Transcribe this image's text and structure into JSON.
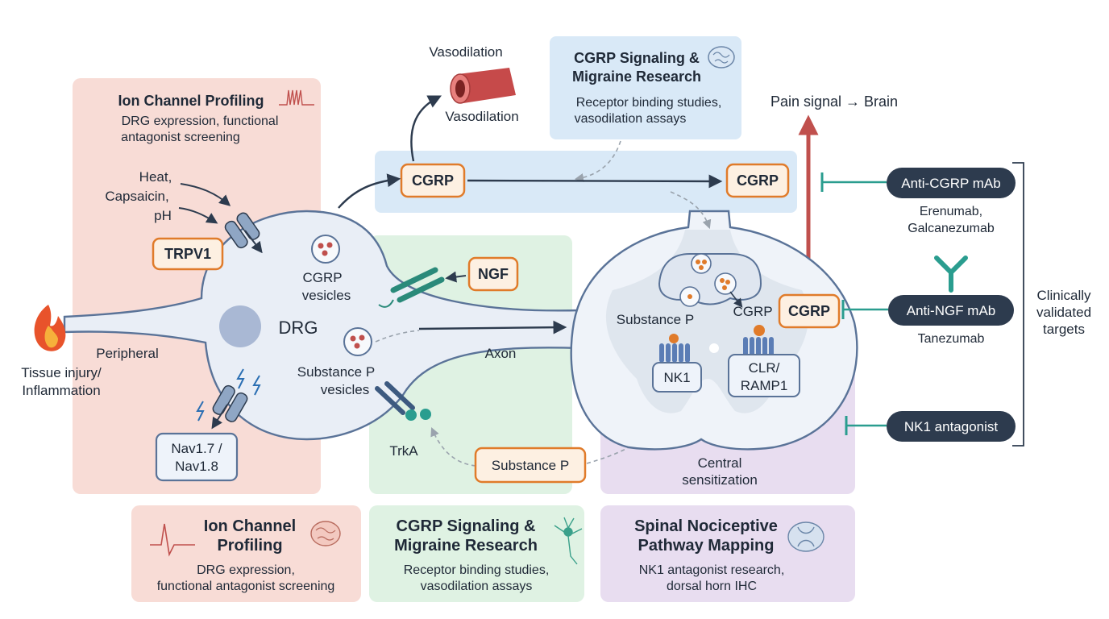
{
  "colors": {
    "red_panel": "#f8dcd6",
    "green_panel": "#dff2e3",
    "blue_panel": "#d9e9f7",
    "purple_panel": "#e8ddf0",
    "orange_box": "#e07b2a",
    "orange_fill": "#fdf0e2",
    "neuron_fill": "#e9eef6",
    "neuron_stroke": "#5a7398",
    "pill_dark": "#2d3b4e",
    "teal": "#2a9d8f",
    "red_arrow": "#c0504d"
  },
  "icons": [
    "fire-icon",
    "action-potential-icon",
    "brain-icon",
    "neuron-icon",
    "spinal-cord-icon",
    "antibody-icon",
    "ion-channel-icon",
    "receptor-icon",
    "vesicle-icon",
    "blood-vessel-icon"
  ],
  "labels": {
    "ion_panel_title": "Ion Channel Profiling",
    "ion_panel_desc_1": "DRG expression, functional",
    "ion_panel_desc_2": "antagonist screening",
    "cgrp_panel_title_1": "CGRP Signaling &",
    "cgrp_panel_title_2": "Migraine Research",
    "cgrp_panel_desc_1": "Receptor binding studies,",
    "cgrp_panel_desc_2": "vasodilation assays",
    "vasodilation_top": "Vasodilation",
    "vasodilation_mid": "Vasodilation",
    "pain_signal": "Pain signal → Brain",
    "heat": "Heat,",
    "capsaicin": "Capsaicin,",
    "ph": "pH",
    "trpv1": "TRPV1",
    "cgrp_vesicles_1": "CGRP",
    "cgrp_vesicles_2": "vesicles",
    "drg": "DRG",
    "peripheral": "Peripheral",
    "tissue_injury_1": "Tissue injury/",
    "tissue_injury_2": "Inflammation",
    "substance_p_vesicles_1": "Substance P",
    "substance_p_vesicles_2": "vesicles",
    "nav_1": "Nav1.7 /",
    "nav_2": "Nav1.8",
    "trka": "TrkA",
    "ngf": "NGF",
    "axon": "Axon",
    "cgrp_box_left": "CGRP",
    "cgrp_box_right": "CGRP",
    "substance_p_box": "Substance P",
    "substance_p_dorsal": "Substance P",
    "cgrp_dorsal": "CGRP",
    "cgrp_box_spinal": "CGRP",
    "nk1": "NK1",
    "clr_1": "CLR/",
    "clr_2": "RAMP1",
    "central_1": "Central",
    "central_2": "sensitization",
    "anti_cgrp": "Anti-CGRP mAb",
    "erenumab": "Erenumab,",
    "galcanezumab": "Galcanezumab",
    "anti_ngf": "Anti-NGF mAb",
    "tanezumab": "Tanezumab",
    "nk1_antagonist": "NK1 antagonist",
    "clinically_1": "Clinically",
    "clinically_2": "validated",
    "clinically_3": "targets"
  },
  "cards": {
    "ion_title_1": "Ion Channel",
    "ion_title_2": "Profiling",
    "ion_desc_1": "DRG expression,",
    "ion_desc_2": "functional antagonist screening",
    "cgrp_title_1": "CGRP Signaling &",
    "cgrp_title_2": "Migraine Research",
    "cgrp_desc_1": "Receptor binding studies,",
    "cgrp_desc_2": "vasodilation assays",
    "spinal_title_1": "Spinal Nociceptive",
    "spinal_title_2": "Pathway Mapping",
    "spinal_desc_1": "NK1 antagonist research,",
    "spinal_desc_2": "dorsal horn IHC"
  }
}
